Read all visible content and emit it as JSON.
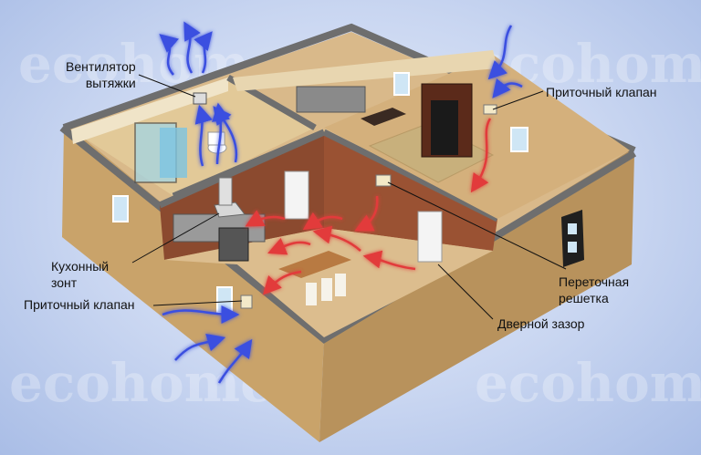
{
  "labels": {
    "exhaust_fan": [
      "Вентилятор",
      "вытяжки"
    ],
    "supply_valve_top": "Приточный клапан",
    "kitchen_hood": [
      "Кухонный",
      "зонт"
    ],
    "supply_valve_left": "Приточный клапан",
    "transfer_grille": [
      "Переточная",
      "решетка"
    ],
    "door_gap": "Дверной зазор"
  },
  "watermark": "ecohome",
  "colors": {
    "fresh_air": "#3a4fe0",
    "warm_air": "#e23b3b",
    "wall_outer": "#c9a36a",
    "wall_brown": "#8b4a2f",
    "floor": "#d9b98a",
    "bath_floor": "#e2c998",
    "wall_top": "#6e6e6e"
  }
}
